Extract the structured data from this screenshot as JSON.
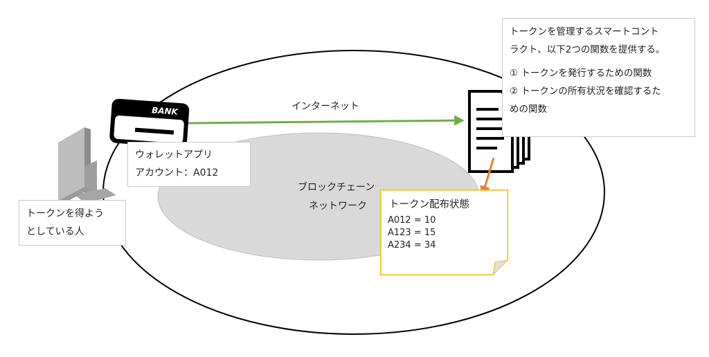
{
  "internet_label": "インターネット",
  "blockchain_label": [
    "ブロックチェーン",
    "ネットワーク"
  ],
  "bank_card_text": "BANK",
  "person_box": [
    "トークンを得よう",
    "としている人"
  ],
  "wallet_box": [
    "ウォレットアプリ",
    "アカウント：A012"
  ],
  "contract_box": {
    "lines": [
      "トークンを管理するスマートコント",
      "ラクト、以下2つの関数を提供する。"
    ],
    "items": [
      "① トークンを発行するための関数",
      "② トークンの所有状況を確認するた",
      "めの関数"
    ]
  },
  "token_note": {
    "title": "トークン配布状態",
    "rows": [
      "A012 = 10",
      "A123 = 15",
      "A234 = 34"
    ]
  },
  "colors": {
    "internet_arrow": "#70ad47",
    "note_arrow": "#ed7d31",
    "note_border": "#f5b800",
    "blockchain_fill": "#d9d9d9",
    "monitor": "#a6a6a6"
  },
  "icons": [
    "monitor-icon",
    "bank-card-icon",
    "document-stack-icon"
  ]
}
